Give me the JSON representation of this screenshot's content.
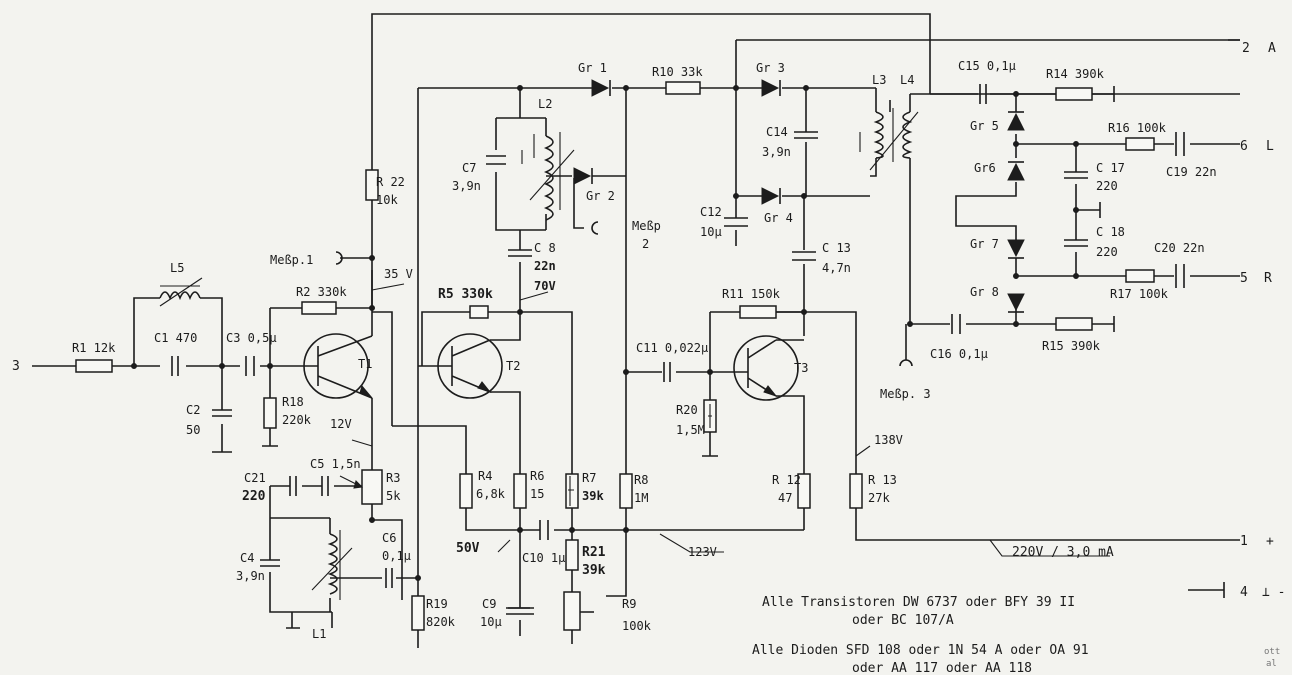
{
  "ports": {
    "in3": "3",
    "out_a_num": "2",
    "out_a_lbl": "A",
    "out_l_num": "6",
    "out_l_lbl": "L",
    "out_r_num": "5",
    "out_r_lbl": "R",
    "sup_num": "1",
    "sup_lbl": "+",
    "gnd_num": "4",
    "gnd_lbl": "⊥ -"
  },
  "components": {
    "R1": "R1 12k",
    "L5": "L5",
    "C1": "C1 470",
    "C3": "C3 0,5µ",
    "C2": [
      "C2",
      "50"
    ],
    "R18": [
      "R18",
      "220k"
    ],
    "R2": "R2 330k",
    "R22": [
      "R 22",
      "10k"
    ],
    "messp1": "Meßp.1",
    "v35": "35 V",
    "T1": "T1",
    "v12": "12V",
    "C21": [
      "C21",
      "220"
    ],
    "C5": "C5 1,5n",
    "R3": [
      "R3",
      "5k"
    ],
    "C4": [
      "C4",
      "3,9n"
    ],
    "L1": "L1",
    "C6": [
      "C6",
      "0,1µ"
    ],
    "R19": [
      "R19",
      "820k"
    ],
    "C7": [
      "C7",
      "3,9n"
    ],
    "L2": "L2",
    "Gr1": "Gr 1",
    "Gr2": "Gr 2",
    "C8": [
      "C 8",
      "22n"
    ],
    "v70": "70V",
    "R5": "R5 330k",
    "T2": "T2",
    "R4": [
      "R4",
      "6,8k"
    ],
    "R6": [
      "R6",
      "15"
    ],
    "R7": [
      "R7",
      "39k"
    ],
    "R8": [
      "R8",
      "1M"
    ],
    "v50": "50V",
    "C10": "C10 1µ",
    "R21": [
      "R21",
      "39k"
    ],
    "C9": [
      "C9",
      "10µ"
    ],
    "R9": [
      "R9",
      "100k"
    ],
    "messp2": [
      "Meßp",
      "2"
    ],
    "R10": "R10 33k",
    "Gr3": "Gr 3",
    "C14": [
      "C14",
      "3,9n"
    ],
    "C12": [
      "C12",
      "10µ"
    ],
    "Gr4": "Gr 4",
    "C13": [
      "C 13",
      "4,7n"
    ],
    "R11": "R11 150k",
    "C11": "C11 0,022µ",
    "T3": "T3",
    "R20": [
      "R20",
      "1,5M"
    ],
    "R12": [
      "R 12",
      "47"
    ],
    "R13": [
      "R 13",
      "27k"
    ],
    "v138": "138V",
    "v123": "123V",
    "L3": "L3",
    "L4": "L4",
    "messp3": "Meßp. 3",
    "C15": "C15 0,1µ",
    "R14": "R14 390k",
    "Gr5": "Gr 5",
    "Gr6": "Gr6",
    "R16": "R16 100k",
    "C17": [
      "C 17",
      "220"
    ],
    "C19": "C19 22n",
    "Gr7": "Gr 7",
    "C18": [
      "C 18",
      "220"
    ],
    "C20": "C20 22n",
    "R17": "R17 100k",
    "Gr8": "Gr 8",
    "C16": "C16 0,1µ",
    "R15": "R15 390k",
    "supply": "220V / 3,0 mA"
  },
  "notes": {
    "transistors": [
      "Alle Transistoren  DW 6737 oder  BFY 39 II",
      "oder BC 107/A"
    ],
    "diodes": [
      "Alle Dioden  SFD 108 oder 1N 54 A  oder OA 91",
      "oder AA 117 oder AA 118"
    ],
    "margin": [
      "ott",
      "al"
    ]
  }
}
